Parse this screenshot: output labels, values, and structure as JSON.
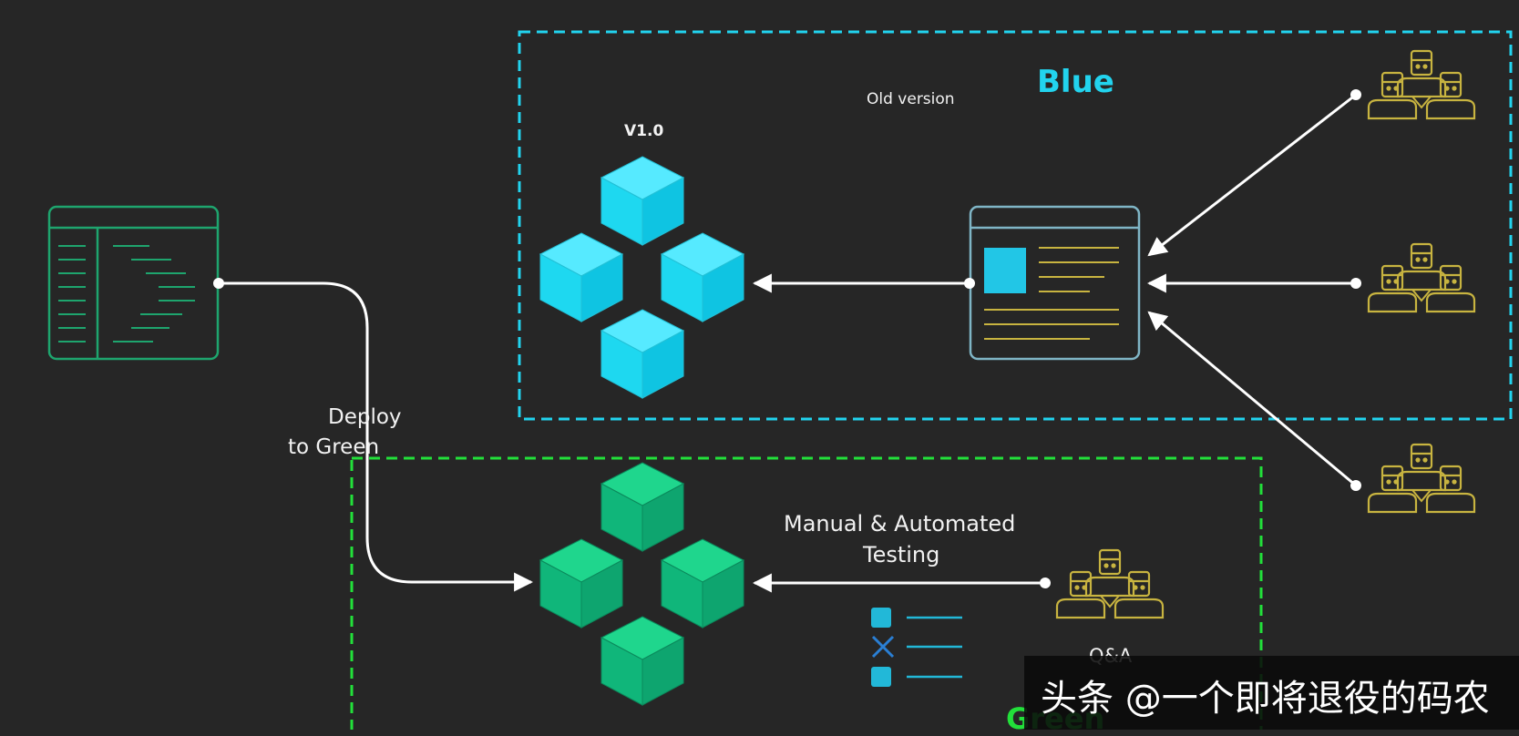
{
  "labels": {
    "old_version": "Old version",
    "blue": "Blue",
    "v1": "V1.0",
    "deploy": "Deploy",
    "to_green": "to Green",
    "testing_line1": "Manual & Automated",
    "testing_line2": "Testing",
    "qa": "Q&A",
    "green": "Green"
  },
  "watermark": "头条 @一个即将退役的码农",
  "colors": {
    "background": "#262626",
    "blue_accent": "#22d3ee",
    "green_accent": "#22e03a",
    "blue_cube": "#1ed8f0",
    "green_cube": "#10b67a",
    "user_icon": "#c8b440",
    "code_window": "#1ea56e",
    "arrow": "#ffffff"
  }
}
